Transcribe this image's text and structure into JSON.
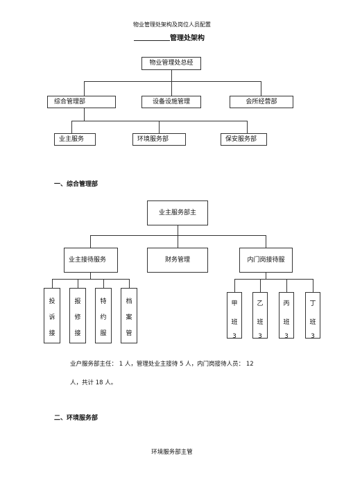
{
  "header": {
    "running_title": "物业管理处架构及岗位人员配置"
  },
  "page_title": "管理处架构",
  "org_chart": {
    "top": "物业管理处总经",
    "level2": [
      "综合管理部",
      "设备设施管理",
      "会所经营部"
    ],
    "level3": [
      "业主服务",
      "环境服务部",
      "保安服务部"
    ]
  },
  "section1": {
    "heading": "一、综合管理部",
    "chart": {
      "top": "业主服务部主",
      "level2": [
        "业主接待服务",
        "财务管理",
        "内门岗接待服"
      ],
      "left_subs": [
        [
          "投",
          "诉",
          "接"
        ],
        [
          "报",
          "修",
          "接"
        ],
        [
          "特",
          "约",
          "服"
        ],
        [
          "档",
          "案",
          "管"
        ]
      ],
      "right_subs": [
        [
          "甲",
          "班",
          "3"
        ],
        [
          "乙",
          "班",
          "3"
        ],
        [
          "丙",
          "班",
          "3"
        ],
        [
          "丁",
          "班",
          "3"
        ]
      ]
    },
    "staff_line1": "业户服务部主任： 1 人，管理处业主接待 5 人，内门岗接待人员： 12",
    "staff_line2": "人，共计 18 人。"
  },
  "section2": {
    "heading": "二、环境服务部",
    "sub_title": "环境服务部主管"
  }
}
